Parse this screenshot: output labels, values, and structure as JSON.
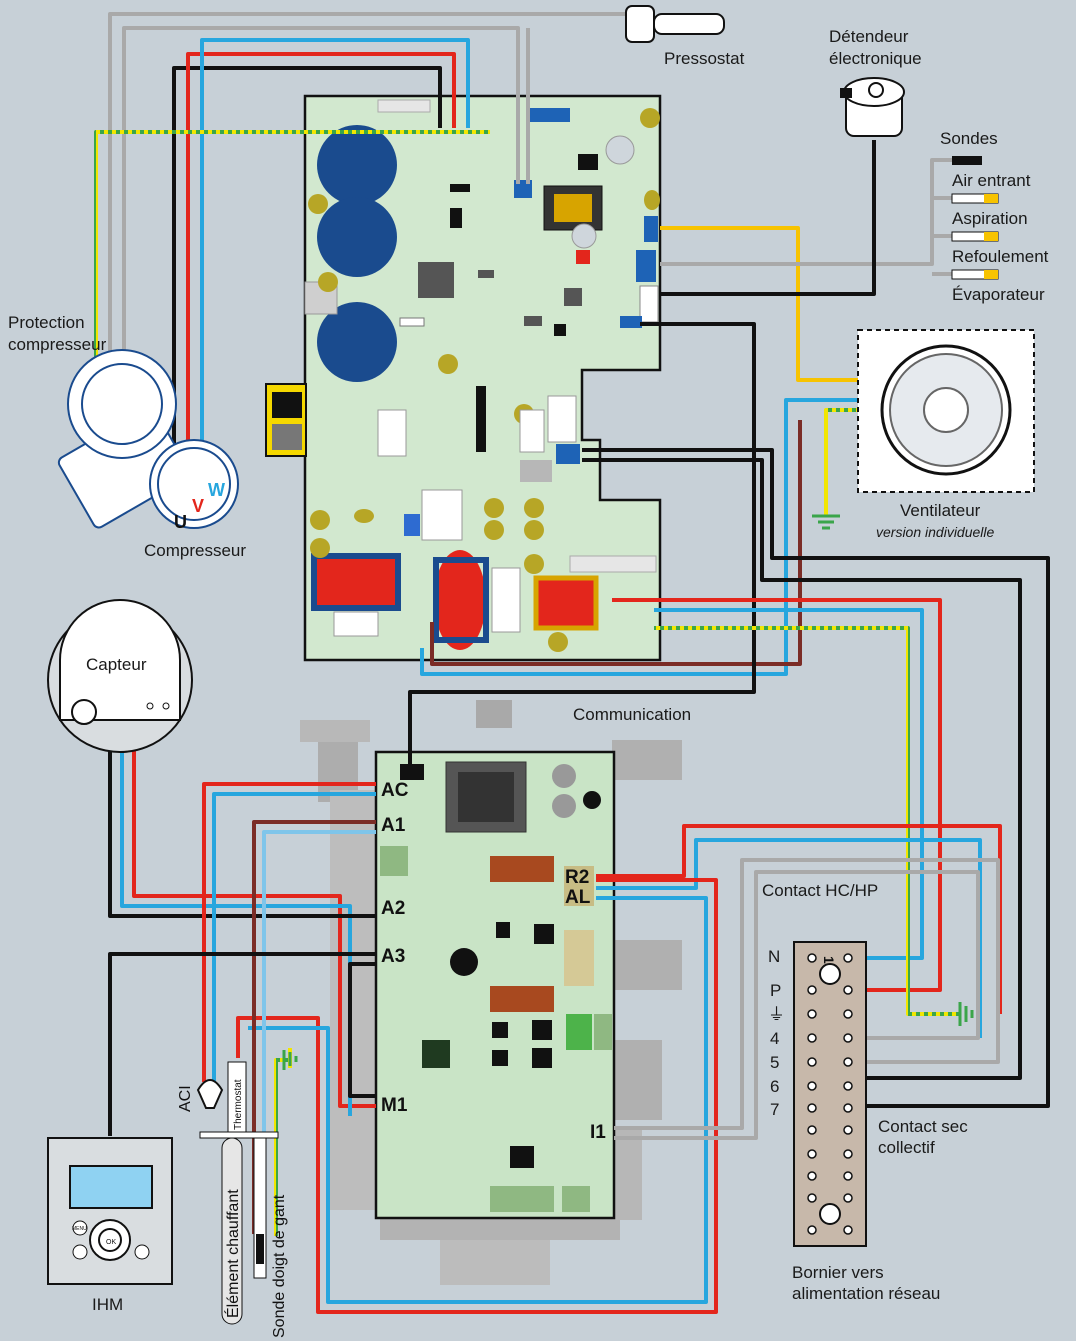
{
  "labels": {
    "pressostat": "Pressostat",
    "detendeur_line1": "Détendeur",
    "detendeur_line2": "électronique",
    "sondes": "Sondes",
    "air_entrant": "Air entrant",
    "aspiration": "Aspiration",
    "refoulement": "Refoulement",
    "evaporateur": "Évaporateur",
    "protection_line1": "Protection",
    "protection_line2": "compresseur",
    "compresseur": "Compresseur",
    "ventilateur": "Ventilateur",
    "ventilateur_version": "version individuelle",
    "capteur": "Capteur",
    "communication": "Communication",
    "contact_hchp": "Contact HC/HP",
    "contact_sec_line1": "Contact sec",
    "contact_sec_line2": "collectif",
    "bornier_line1": "Bornier vers",
    "bornier_line2": "alimentation réseau",
    "ihm": "IHM",
    "aci": "ACI",
    "thermostat": "Thermostat",
    "element_chauffant": "Élément chauffant",
    "sonde_doigt": "Sonde doigt de gant"
  },
  "compressor_phases": {
    "u": "U",
    "v": "V",
    "w": "W"
  },
  "pins": {
    "ac": "AC",
    "a1": "A1",
    "a2": "A2",
    "a3": "A3",
    "m1": "M1",
    "r2": "R2",
    "al": "AL",
    "i1": "I1"
  },
  "bornier": {
    "n": "N",
    "p": "P",
    "earth": "⏚",
    "t4": "4",
    "t5": "5",
    "t6": "6",
    "t7": "7",
    "t1": "1"
  },
  "ihm_buttons": {
    "ok": "OK",
    "menu": "MENU"
  },
  "colors": {
    "phase_red": "#e3261c",
    "neutral_blue": "#27a6de",
    "black": "#111111",
    "grey": "#a9a9a9",
    "earth_yellow": "#f2e600",
    "earth_green": "#3aa54a",
    "fan_yellow": "#f7c300",
    "brown": "#7b2c26",
    "board_green": "#d2e8cf",
    "capacitor_blue": "#1a4b8e"
  }
}
